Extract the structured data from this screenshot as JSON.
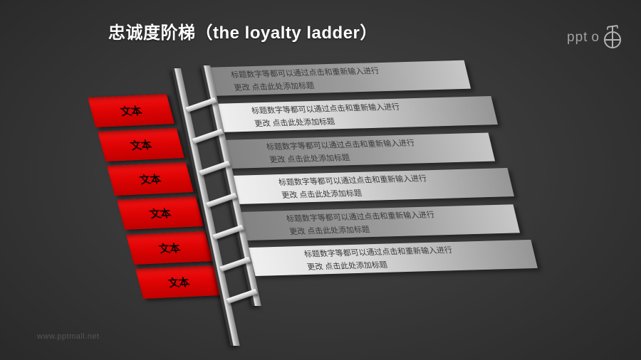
{
  "slide": {
    "title": "忠诚度阶梯（the loyalty ladder）",
    "watermark": "www.pptmall.net"
  },
  "logo": {
    "text": "ppt",
    "suffix": "o",
    "icon": "stopwatch-icon"
  },
  "ladder": {
    "rung_count": 7,
    "steps": [
      {
        "label": "文本"
      },
      {
        "label": "文本"
      },
      {
        "label": "文本"
      },
      {
        "label": "文本"
      },
      {
        "label": "文本"
      },
      {
        "label": "文本"
      }
    ]
  },
  "bars": [
    {
      "shade": "dark",
      "line1": "标题数字等都可以通过点击和重新输入进行",
      "line2": "更改 点击此处添加标题"
    },
    {
      "shade": "light",
      "line1": "标题数字等都可以通过点击和重新输入进行",
      "line2": "更改 点击此处添加标题"
    },
    {
      "shade": "dark",
      "line1": "标题数字等都可以通过点击和重新输入进行",
      "line2": "更改 点击此处添加标题"
    },
    {
      "shade": "light",
      "line1": "标题数字等都可以通过点击和重新输入进行",
      "line2": "更改 点击此处添加标题"
    },
    {
      "shade": "dark",
      "line1": "标题数字等都可以通过点击和重新输入进行",
      "line2": "更改 点击此处添加标题"
    },
    {
      "shade": "light",
      "line1": "标题数字等都可以通过点击和重新输入进行",
      "line2": "更改 点击此处添加标题"
    }
  ],
  "colors": {
    "background": "#383838",
    "step_red": "#e00404",
    "bar_dark": "#9c9c9c",
    "bar_light": "#d8d8d8",
    "title_text": "#ffffff",
    "bar_text": "#3a3a3a",
    "watermark_text": "#555555"
  }
}
